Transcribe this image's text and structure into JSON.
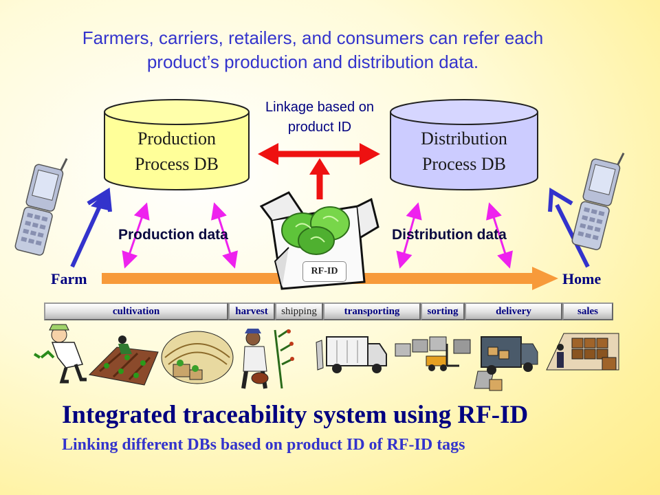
{
  "intro_text": "Farmers, carriers, retailers, and consumers can refer each product’s production and distribution data.",
  "linkage_label": "Linkage based on product ID",
  "databases": {
    "production": {
      "line1": "Production",
      "line2": "Process DB"
    },
    "distribution": {
      "line1": "Distribution",
      "line2": "Process DB"
    }
  },
  "labels": {
    "production_data": "Production data",
    "distribution_data": "Distribution data",
    "farm": "Farm",
    "home": "Home",
    "rfid": "RF-ID"
  },
  "process_steps": [
    "cultivation",
    "harvest",
    "shipping",
    "transporting",
    "sorting",
    "delivery",
    "sales"
  ],
  "title": "Integrated traceability system using RF-ID",
  "subtitle": "Linking different DBs based on product ID of RF-ID tags",
  "colors": {
    "production_db": "#ffff99",
    "distribution_db": "#ccccff",
    "linkage_arrow": "#ee1111",
    "flow_arrow": "#f79a3a",
    "data_arrows": "#ee22ee",
    "phone_arrows": "#3333cc"
  },
  "icons": [
    "mobile-phone-icon",
    "cabbage-crate-icon",
    "farmer-icon",
    "field-icon",
    "truck-icon",
    "forklift-icon",
    "warehouse-icon"
  ]
}
